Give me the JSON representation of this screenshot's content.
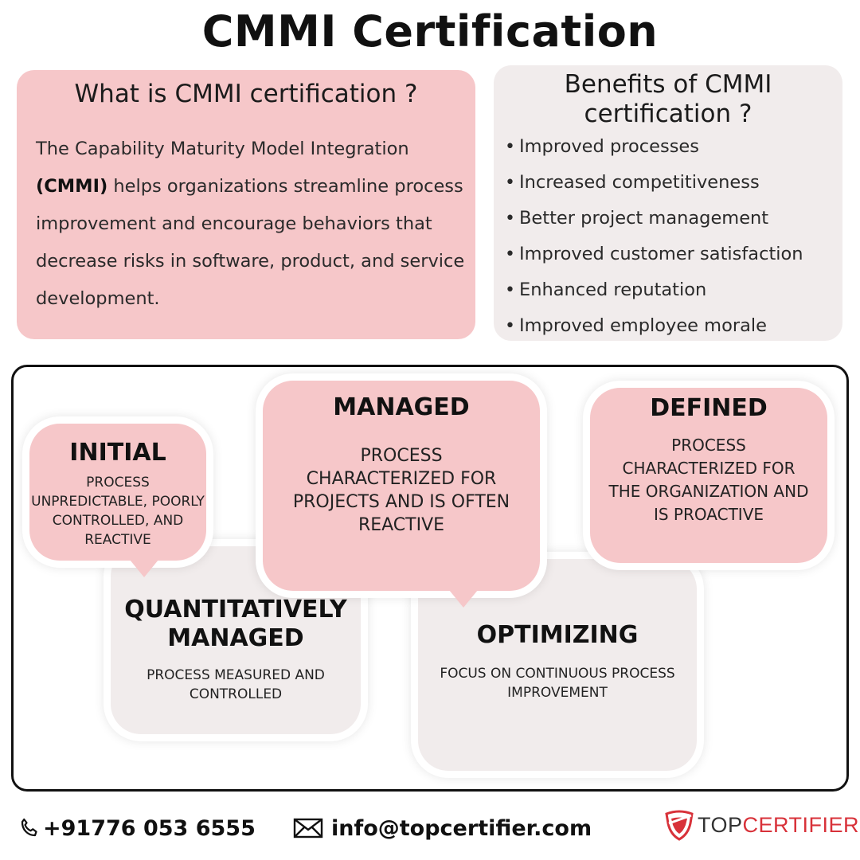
{
  "title": "CMMI Certification",
  "what": {
    "heading": "What is CMMI certification ?",
    "text_before": "The Capability Maturity Model Integration",
    "text_bold": "(CMMI)",
    "text_after": "helps organizations streamline process improvement and encourage behaviors that decrease risks in software, product, and service development."
  },
  "benefits": {
    "heading": "Benefits of CMMI certification ?",
    "items": [
      "Improved processes",
      "Increased competitiveness",
      "Better project management",
      "Improved customer satisfaction",
      "Enhanced reputation",
      "Improved employee morale"
    ]
  },
  "levels": {
    "initial": {
      "title": "INITIAL",
      "desc": "PROCESS UNPREDICTABLE, POORLY CONTROLLED, AND REACTIVE"
    },
    "managed": {
      "title": "MANAGED",
      "desc": "PROCESS CHARACTERIZED FOR PROJECTS AND IS OFTEN REACTIVE"
    },
    "defined": {
      "title": "DEFINED",
      "desc": "PROCESS CHARACTERIZED FOR THE ORGANIZATION AND IS PROACTIVE"
    },
    "quantitative": {
      "title": "QUANTITATIVELY MANAGED",
      "desc": "PROCESS MEASURED AND CONTROLLED"
    },
    "optimizing": {
      "title": "OPTIMIZING",
      "desc": "FOCUS ON CONTINUOUS PROCESS IMPROVEMENT"
    }
  },
  "footer": {
    "phone": "+91776 053 6555",
    "email": "info@topcertifier.com",
    "logo_part1": "TOP",
    "logo_part2": "CERTIFIER"
  },
  "colors": {
    "pink": "#f6c7c9",
    "grey": "#f1ecec",
    "brand_red": "#d8323a"
  }
}
